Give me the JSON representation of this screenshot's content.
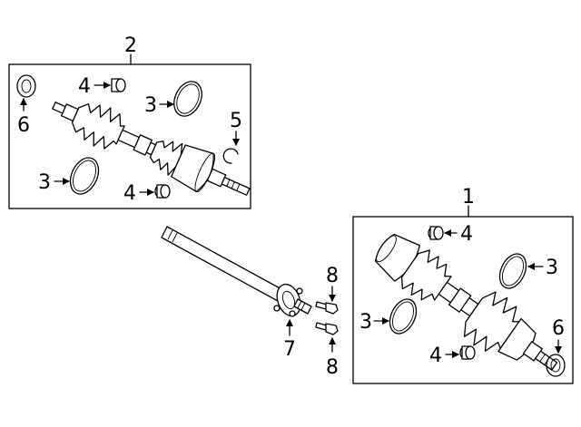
{
  "callouts": {
    "assembly_left": "2",
    "assembly_right": "1",
    "left_seal_ring": "6",
    "left_clamp_top": "4",
    "left_boot_clamp_top": "3",
    "left_snap_ring": "5",
    "left_boot_clamp_bottom": "3",
    "left_clamp_bottom": "4",
    "shaft_bearing": "7",
    "bolt_upper": "8",
    "bolt_lower": "8",
    "right_clamp_top": "4",
    "right_boot_clamp_right": "3",
    "right_boot_clamp_left": "3",
    "right_clamp_bottom": "4",
    "right_seal_ring": "6"
  }
}
